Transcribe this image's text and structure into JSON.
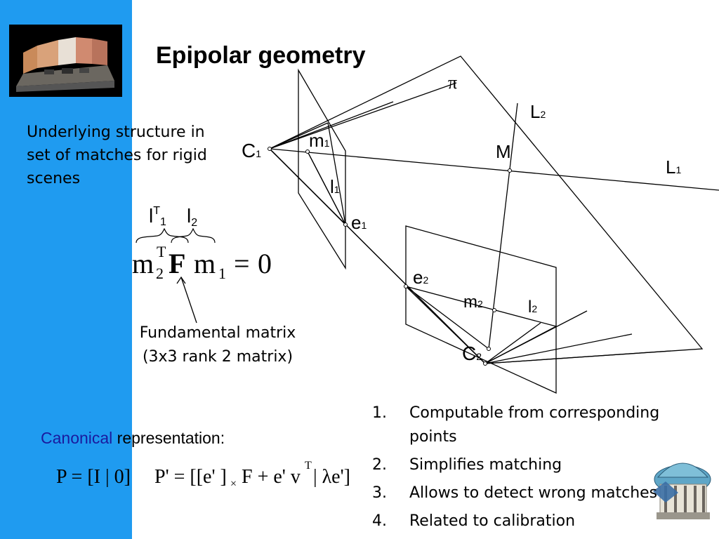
{
  "slide": {
    "title": "Epipolar geometry",
    "description": "Underlying structure in set of matches for rigid scenes",
    "fundamental_caption_line1": "Fundamental matrix",
    "fundamental_caption_line2": "(3x3 rank 2 matrix)",
    "canonical_lead": "Canonical",
    "canonical_rest": " representation:"
  },
  "equations": {
    "epipolar": {
      "m": "m",
      "sub2": "2",
      "supT": "T",
      "F": "F",
      "m1": "m",
      "sub1": "1",
      "equals": "=",
      "zero": "0"
    },
    "brace_labels": {
      "l": "l",
      "lT_sup": "T",
      "sub1": "1",
      "l2": "l",
      "sub2": "2"
    },
    "canonical_P": "P = [I | 0]",
    "canonical_Pprime_a": "P' = [[e' ]",
    "canonical_Pprime_times": "×",
    "canonical_Pprime_b": "F + e' v",
    "canonical_Pprime_T": "T",
    "canonical_Pprime_c": " | λe']"
  },
  "diagram_labels": {
    "pi": "π",
    "L2": "L",
    "L2_sub": "2",
    "L1": "L",
    "L1_sub": "1",
    "M": "M",
    "C1": "C",
    "C1_sub": "1",
    "m1": "m",
    "m1_sub": "1",
    "l1": "l",
    "l1_sub": "1",
    "e1": "e",
    "e1_sub": "1",
    "e2": "e",
    "e2_sub": "2",
    "m2": "m",
    "m2_sub": "2",
    "l2": "l",
    "l2_sub": "2",
    "C2": "C",
    "C2_sub": "2"
  },
  "properties": [
    {
      "num": "1.",
      "text": "Computable from corresponding points"
    },
    {
      "num": "2.",
      "text": "Simplifies matching"
    },
    {
      "num": "3.",
      "text": "Allows to detect wrong matches"
    },
    {
      "num": "4.",
      "text": "Related to calibration"
    }
  ],
  "colors": {
    "sidebar": "#1f9bf0",
    "canonical_lead": "#1a1a9e"
  }
}
